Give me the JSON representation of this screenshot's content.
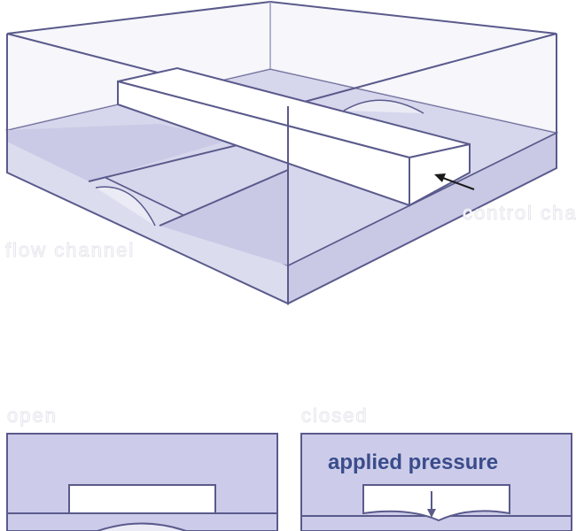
{
  "labels": {
    "flow_channel": "flow channel",
    "control_channel": "control channel",
    "open": "open",
    "closed": "closed",
    "applied_pressure": "applied pressure"
  },
  "colors": {
    "outline": "#5a5a8c",
    "light_fill": "#dcdcef",
    "mid_fill": "#c9c9e6",
    "panel_fill": "#ccccea",
    "white": "#ffffff",
    "label_blue": "#3a4c8a",
    "arrow": "#1a1a1a"
  },
  "icons": {
    "pointer_arrow": "arrow-icon",
    "pressure_arrow": "down-arrow-icon"
  }
}
